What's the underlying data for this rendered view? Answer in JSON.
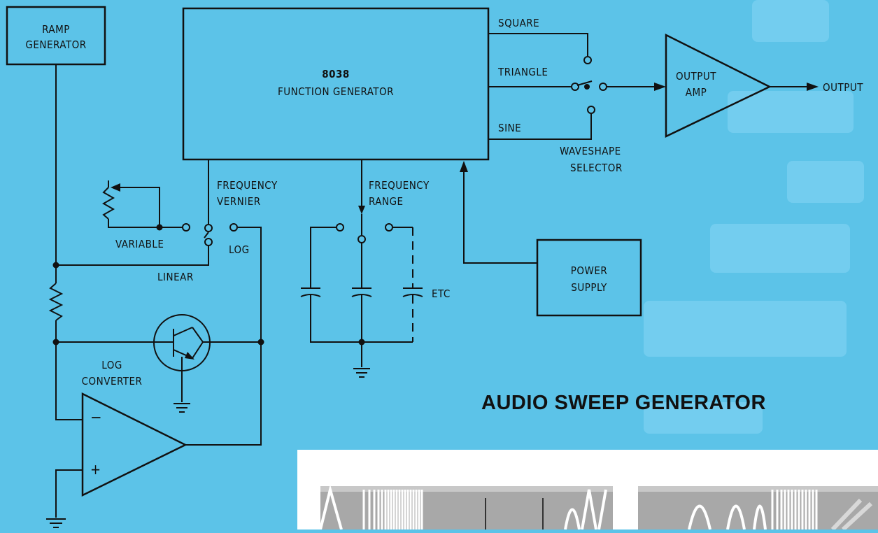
{
  "diagram": {
    "title": "AUDIO SWEEP GENERATOR",
    "blocks": {
      "ramp_generator": [
        "RAMP",
        "GENERATOR"
      ],
      "function_generator": [
        "8038",
        "FUNCTION GENERATOR"
      ],
      "output_amp": [
        "OUTPUT",
        "AMP"
      ],
      "power_supply": [
        "POWER",
        "SUPPLY"
      ]
    },
    "labels": {
      "square": "SQUARE",
      "triangle": "TRIANGLE",
      "sine": "SINE",
      "output": "OUTPUT",
      "waveshape_selector": [
        "WAVESHAPE",
        "SELECTOR"
      ],
      "frequency_vernier": [
        "FREQUENCY",
        "VERNIER"
      ],
      "frequency_range": [
        "FREQUENCY",
        "RANGE"
      ],
      "variable": "VARIABLE",
      "linear": "LINEAR",
      "log": "LOG",
      "etc": "ETC",
      "log_converter": [
        "LOG",
        "CONVERTER"
      ],
      "opamp_minus": "−",
      "opamp_plus": "+"
    }
  },
  "colors": {
    "background": "#5cc3e8",
    "ink": "#111111",
    "photo_panel": "#ffffff"
  }
}
